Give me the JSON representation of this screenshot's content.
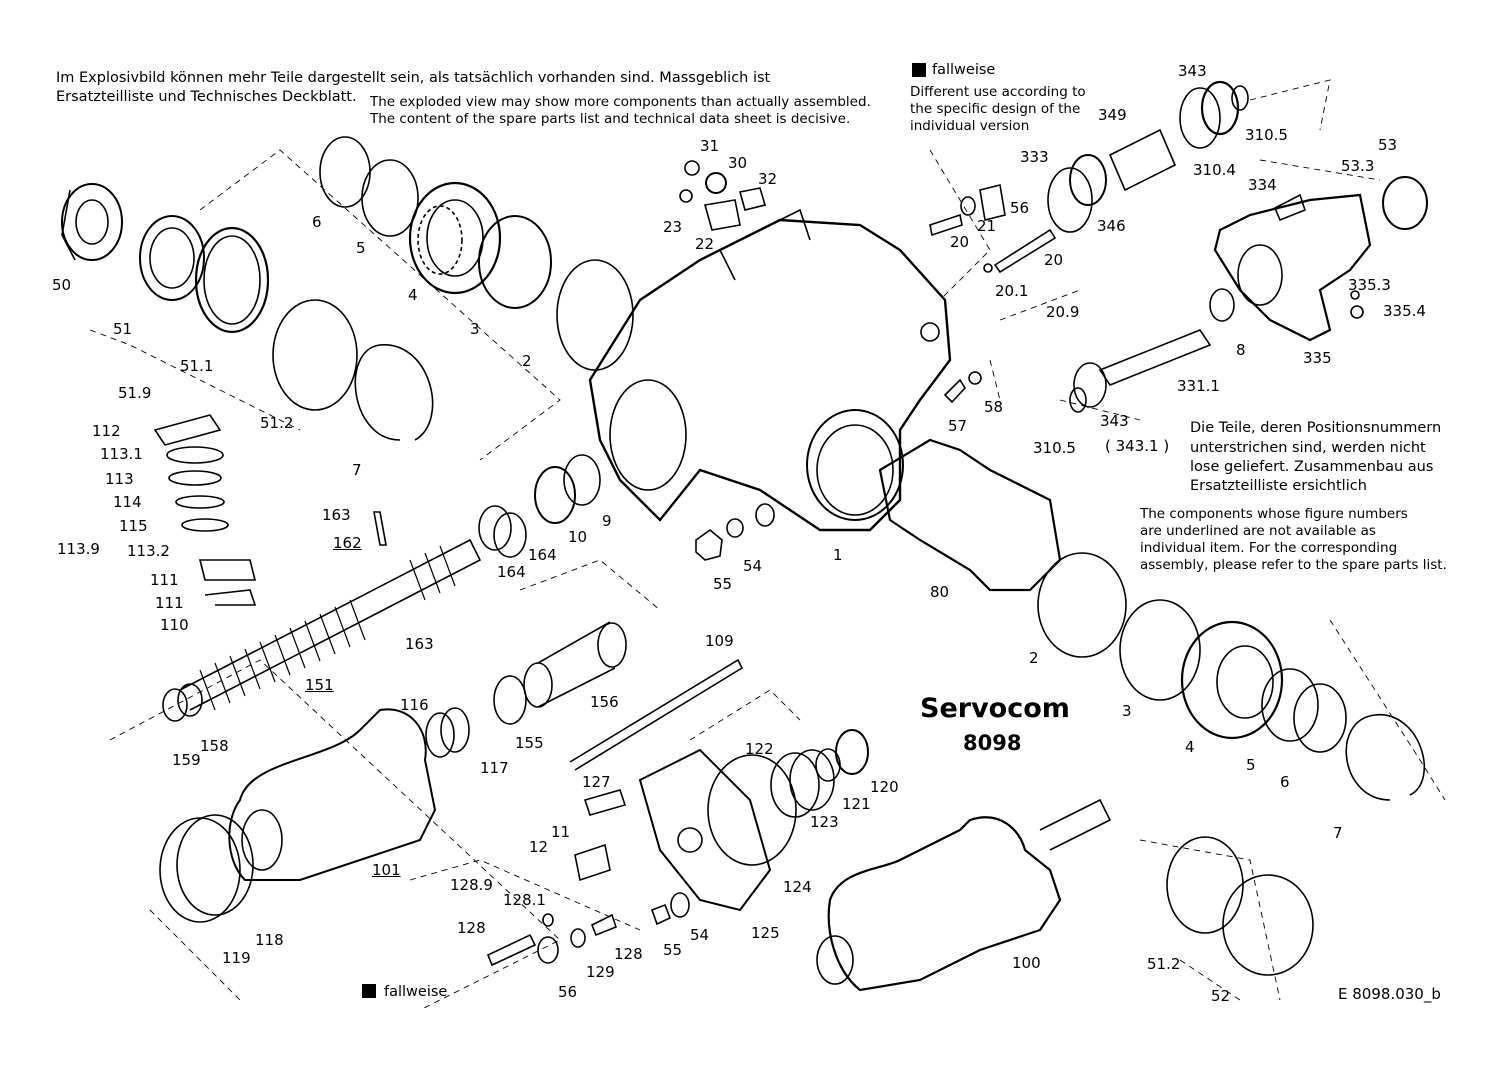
{
  "notes": {
    "de_line1": "Im Explosivbild können mehr Teile dargestellt sein, als tatsächlich vorhanden sind. Massgeblich ist",
    "de_line2": "Ersatzteilliste und Technisches Deckblatt.",
    "en_line1": "The exploded view may show more components than actually assembled.",
    "en_line2": "The content of the spare parts list and technical data sheet is decisive.",
    "fallweise_title": "fallweise",
    "fallweise_en1": "Different use according to",
    "fallweise_en2": "the specific design of the",
    "fallweise_en3": "individual version",
    "underline_de1": "Die Teile, deren Positionsnummern",
    "underline_de2": "unterstrichen sind, werden nicht",
    "underline_de3": "lose geliefert. Zusammenbau aus",
    "underline_de4": "Ersatzteilliste ersichtlich",
    "underline_en1": "The components whose figure numbers",
    "underline_en2": "are underlined are not available as",
    "underline_en3": "individual item. For the corresponding",
    "underline_en4": "assembly, please refer to the spare parts list.",
    "fallweise_bottom": "fallweise"
  },
  "product": {
    "name": "Servocom",
    "model": "8098"
  },
  "drawing_number": "E 8098.030_b",
  "labels": {
    "l50": "50",
    "l51": "51",
    "l51_1": "51.1",
    "l51_9": "51.9",
    "l51_2": "51.2",
    "l6a": "6",
    "l5a": "5",
    "l4a": "4",
    "l3a": "3",
    "l2a": "2",
    "l7a": "7",
    "l31": "31",
    "l30": "30",
    "l32": "32",
    "l23": "23",
    "l22": "22",
    "l112": "112",
    "l113_1": "113.1",
    "l113": "113",
    "l114": "114",
    "l115": "115",
    "l113_2": "113.2",
    "l113_9": "113.9",
    "l111a": "111",
    "l111b": "111",
    "l110": "110",
    "l163a": "163",
    "l162": "162",
    "l164a": "164",
    "l164b": "164",
    "l10": "10",
    "l9": "9",
    "l163b": "163",
    "l151": "151",
    "l156": "156",
    "l155": "155",
    "l159": "159",
    "l158": "158",
    "l116": "116",
    "l117": "117",
    "l101": "101",
    "l118": "118",
    "l119": "119",
    "l55a": "55",
    "l54a": "54",
    "l1": "1",
    "l109": "109",
    "l127": "127",
    "l12": "12",
    "l11": "11",
    "l128_9": "128.9",
    "l128_1": "128.1",
    "l128a": "128",
    "l129": "129",
    "l128b": "128",
    "l56a": "56",
    "l55b": "55",
    "l54b": "54",
    "l125": "125",
    "l124": "124",
    "l122": "122",
    "l123": "123",
    "l121": "121",
    "l120": "120",
    "l100": "100",
    "l343a": "343",
    "l349": "349",
    "l310_5a": "310.5",
    "l333": "333",
    "l310_4": "310.4",
    "l53": "53",
    "l53_3": "53.3",
    "l334": "334",
    "l346": "346",
    "l21": "21",
    "l56b": "56",
    "l20a": "20",
    "l20b": "20",
    "l20_1": "20.1",
    "l20_9": "20.9",
    "l335_3": "335.3",
    "l335_4": "335.4",
    "l8": "8",
    "l335": "335",
    "l331_1": "331.1",
    "l57": "57",
    "l58": "58",
    "l343b": "343",
    "l343_1": "( 343.1 )",
    "l310_5b": "310.5",
    "l80": "80",
    "l2b": "2",
    "l3b": "3",
    "l4b": "4",
    "l5b": "5",
    "l6b": "6",
    "l7b": "7",
    "l51_2b": "51.2",
    "l52": "52"
  }
}
